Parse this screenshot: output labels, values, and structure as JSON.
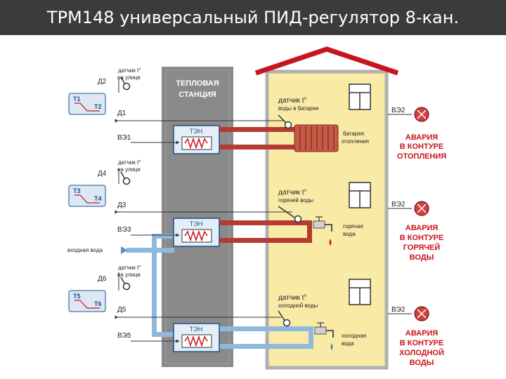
{
  "title": "ТРМ148 универсальный ПИД-регулятор 8-кан.",
  "station": {
    "line1": "ТЕПЛОВАЯ",
    "line2": "СТАНЦИЯ"
  },
  "heater_label": "ТЭН",
  "inlet_water": "входная вода",
  "colors": {
    "hot_pipe": "#b53a32",
    "cold_pipe": "#8fb9dc",
    "roof": "#c8141e",
    "house": "#f9eaa6",
    "station": "#8a8a8a",
    "alarm": "#c8141e"
  },
  "circuits": [
    {
      "outdoor_sensor_tag": "Д2",
      "outdoor_sensor_line1": "датчик t°",
      "outdoor_sensor_line2": "на улице",
      "graph_t1": "Т1",
      "graph_t2": "Т2",
      "sensor_tag": "Д1",
      "output_tag": "ВЭ1",
      "house_sensor_line1": "датчик t°",
      "house_sensor_line2": "воды в батарее",
      "consumer_line1": "батарея",
      "consumer_line2": "отопления",
      "alarm_output": "ВЭ2",
      "alarm_line1": "АВАРИЯ",
      "alarm_line2": "В КОНТУРЕ",
      "alarm_line3": "ОТОПЛЕНИЯ"
    },
    {
      "outdoor_sensor_tag": "Д4",
      "outdoor_sensor_line1": "датчик t°",
      "outdoor_sensor_line2": "на улице",
      "graph_t1": "Т3",
      "graph_t2": "Т4",
      "sensor_tag": "Д3",
      "output_tag": "ВЭ3",
      "house_sensor_line1": "датчик t°",
      "house_sensor_line2": "горячей воды",
      "consumer_line1": "горячая",
      "consumer_line2": "вода",
      "alarm_output": "ВЭ2",
      "alarm_line1": "АВАРИЯ",
      "alarm_line2": "В КОНТУРЕ",
      "alarm_line3": "ГОРЯЧЕЙ",
      "alarm_line4": "ВОДЫ"
    },
    {
      "outdoor_sensor_tag": "Д6",
      "outdoor_sensor_line1": "датчик t°",
      "outdoor_sensor_line2": "на улице",
      "graph_t1": "Т5",
      "graph_t2": "Т6",
      "sensor_tag": "Д5",
      "output_tag": "ВЭ5",
      "house_sensor_line1": "датчик t°",
      "house_sensor_line2": "холодной воды",
      "consumer_line1": "холодная",
      "consumer_line2": "вода",
      "alarm_output": "ВЭ2",
      "alarm_line1": "АВАРИЯ",
      "alarm_line2": "В КОНТУРЕ",
      "alarm_line3": "ХОЛОДНОЙ",
      "alarm_line4": "ВОДЫ"
    }
  ]
}
